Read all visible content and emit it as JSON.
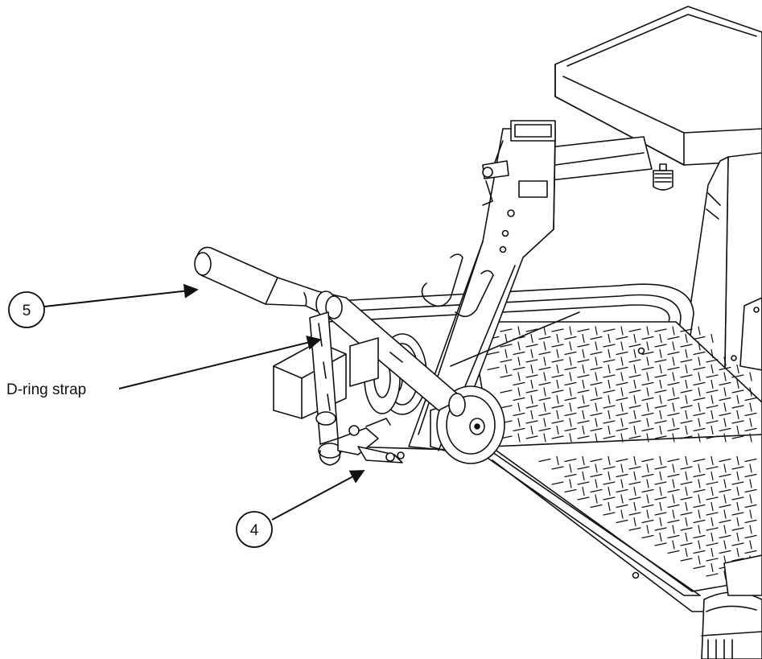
{
  "callouts": [
    {
      "number": "5"
    },
    {
      "number": "4"
    }
  ],
  "labels": {
    "strap": "D-ring strap"
  },
  "colors": {
    "ink": "#111111",
    "background": "#ffffff"
  }
}
